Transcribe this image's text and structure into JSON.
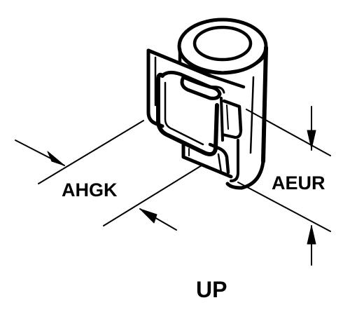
{
  "labels": {
    "left_dimension": "AHGK",
    "right_dimension": "AEUR",
    "orientation": "UP"
  },
  "colors": {
    "ink": "#000000",
    "paper": "#ffffff"
  }
}
